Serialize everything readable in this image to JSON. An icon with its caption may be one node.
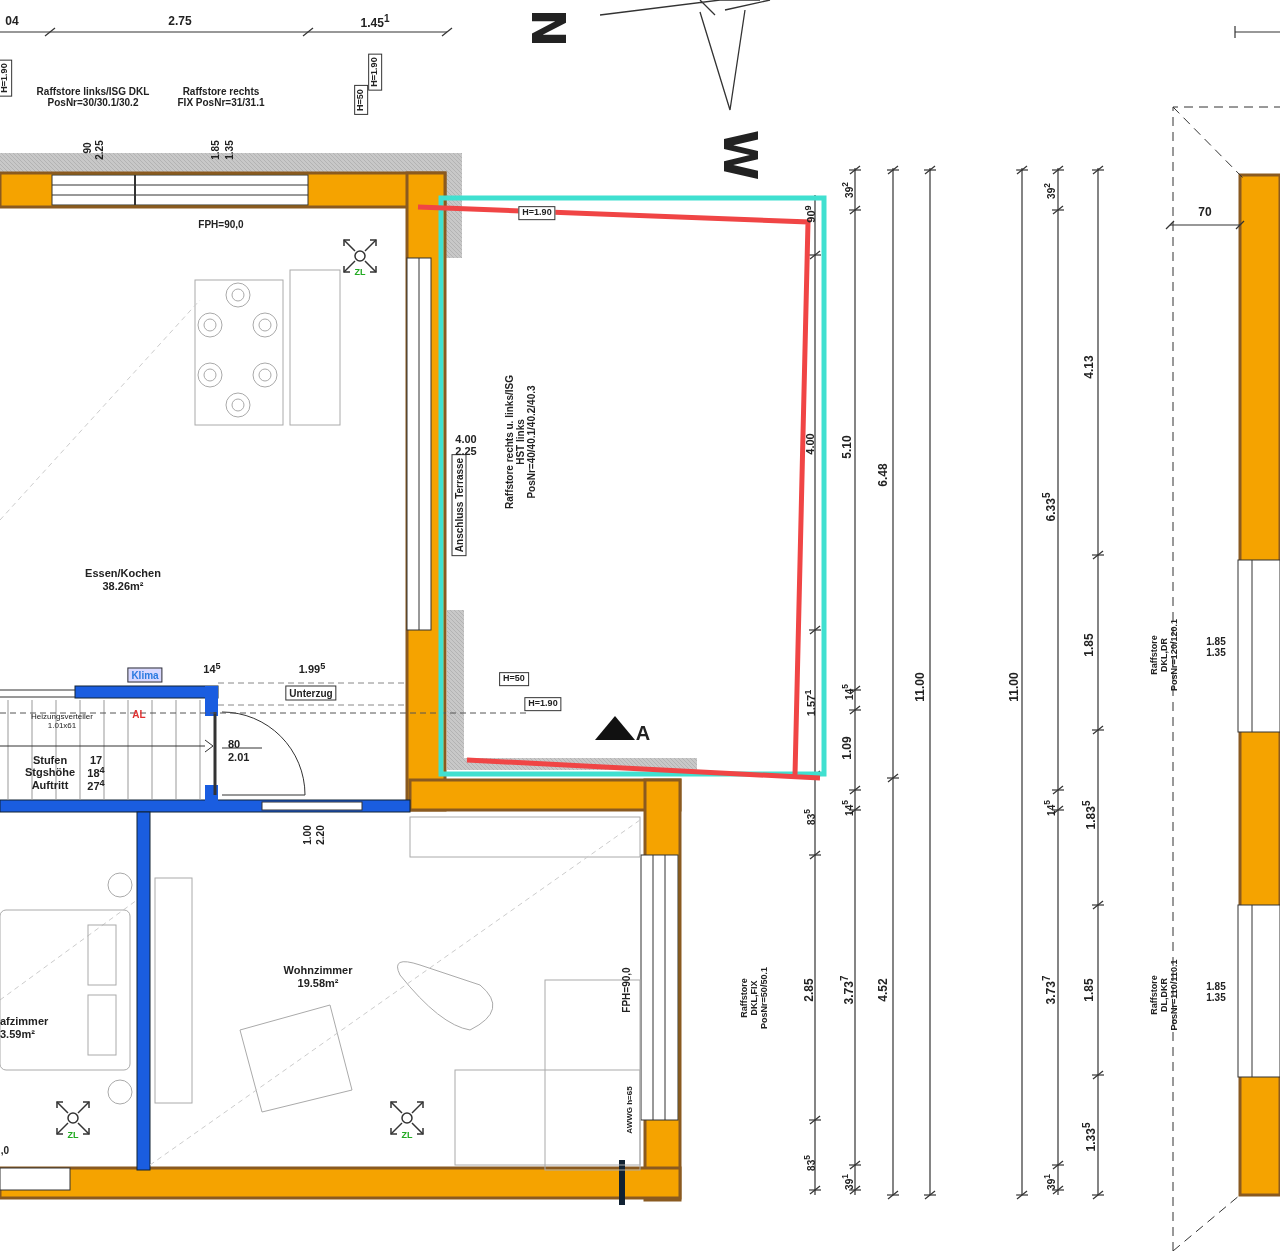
{
  "diagram": {
    "nodes": [
      {
        "text": [
          "Essen/Kochen",
          "38.26m²"
        ]
      },
      {
        "text": [
          "Wohnzimmer",
          "19.58m²"
        ]
      },
      {
        "text": [
          "afzimmer",
          "3.59m²"
        ]
      },
      {
        "text": [
          "Klima"
        ]
      },
      {
        "text": [
          "Unterzug"
        ]
      },
      {
        "text": [
          "Anschluss Terrasse"
        ]
      },
      {
        "text": [
          "H=1.90"
        ]
      },
      {
        "text": [
          "H=50"
        ]
      },
      {
        "text": [
          "H=1.90"
        ]
      },
      {
        "text": [
          "H=1.90"
        ]
      },
      {
        "text": [
          "H=50"
        ]
      },
      {
        "text": [
          "H=1.90"
        ]
      }
    ],
    "labels": [
      "04",
      "2.75",
      "1.45$^{1}$",
      "N",
      "W",
      "Raffstore links/ISG DKL PosNr=30/30.1/30.2",
      "Raffstore rechts FIX PosNr=31/31.1",
      "90",
      "2.25",
      "1.85",
      "1.35",
      "FPH=90,0",
      "ZL",
      "4.00",
      "2.25",
      "Raffstore rechts u. links/ISG HST links PosNr=40/40.1/40.2/40.3",
      "90$^{9}$",
      "4.00",
      "1.57$^{1}$",
      "A",
      "39$^{2}$",
      "5.10",
      "14$^{5}$",
      "1.09",
      "83$^{5}$",
      "14$^{5}$",
      "2.85",
      "3.73$^{7}$",
      "83$^{5}$",
      "39$^{1}$",
      "6.48",
      "4.52",
      "11.00",
      "11.00",
      "39$^{2}$",
      "6.33$^{5}$",
      "14$^{5}$",
      "3.73$^{7}$",
      "39$^{1}$",
      "4.13",
      "1.85",
      "1.83$^{5}$",
      "1.85",
      "1.33$^{5}$",
      "70",
      "Raffstore DKL,DR PosNr=120/120.1",
      "1.85",
      "1.35",
      "Raffstore DL,DKR PosNr=110/110.1",
      "1.85",
      "1.35",
      "14$^{5}$",
      "1.99$^{5}$",
      "Heizungsverteiler 1.01x61",
      "AL",
      "Stufen",
      "17",
      "Stgshöhe",
      "18$^{4}$",
      "Auftritt",
      "27$^{4}$",
      "80",
      "2.01",
      "1.00",
      "2.20",
      "ZL",
      ",0",
      "ZL",
      "FPH=90,0",
      "Raffstore DKL,FIX PosNr=50/50.1",
      "AWWG h=65"
    ]
  }
}
